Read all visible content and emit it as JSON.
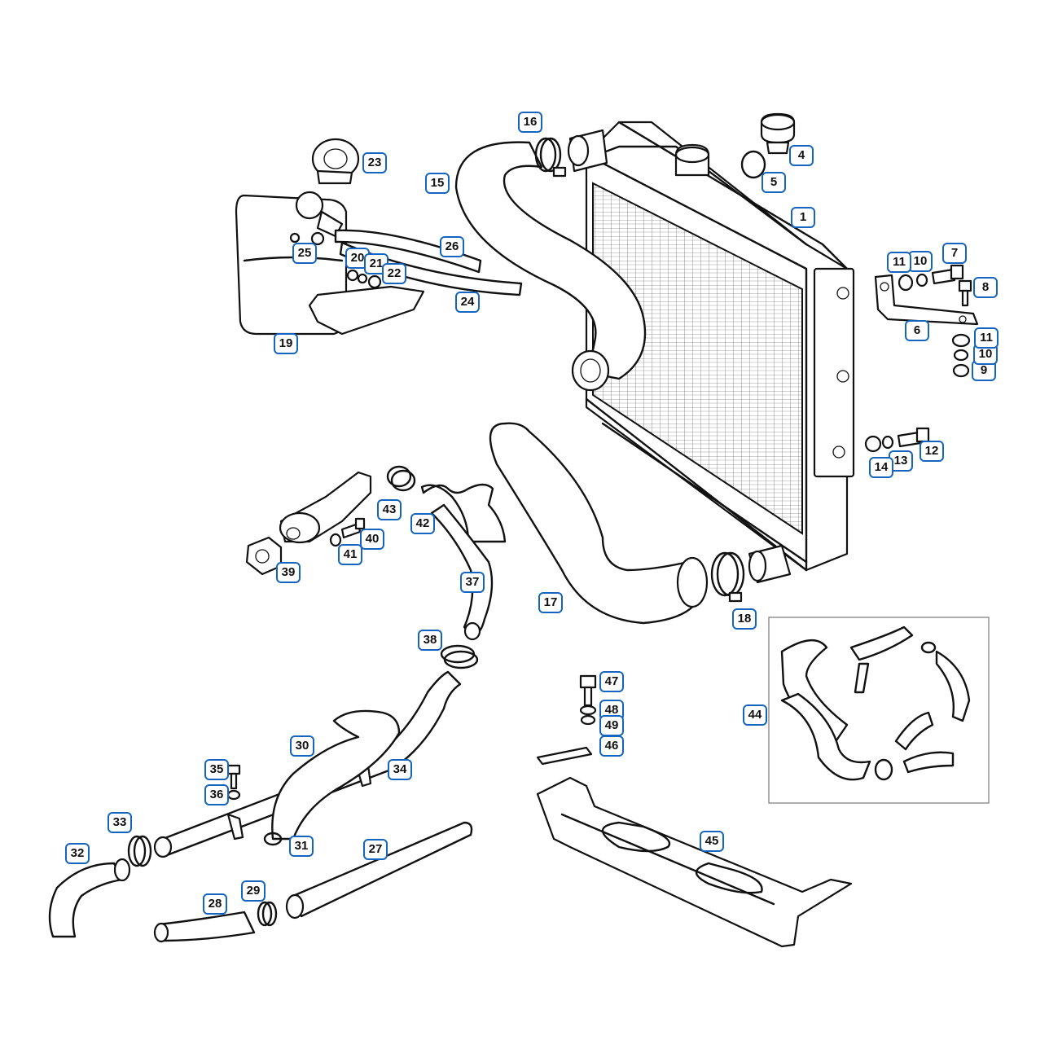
{
  "diagram": {
    "callouts": [
      {
        "id": "c1",
        "label": "1",
        "part": "radiator"
      },
      {
        "id": "c4",
        "label": "4",
        "part": "radiator-cap"
      },
      {
        "id": "c5",
        "label": "5",
        "part": "cap-seal-ring"
      },
      {
        "id": "c6",
        "label": "6",
        "part": "mounting-bracket"
      },
      {
        "id": "c7",
        "label": "7",
        "part": "bracket-bolt"
      },
      {
        "id": "c8",
        "label": "8",
        "part": "bracket-bolt"
      },
      {
        "id": "c9",
        "label": "9",
        "part": "nut"
      },
      {
        "id": "c10a",
        "label": "10",
        "part": "washer"
      },
      {
        "id": "c10b",
        "label": "10",
        "part": "washer"
      },
      {
        "id": "c11a",
        "label": "11",
        "part": "washer"
      },
      {
        "id": "c11b",
        "label": "11",
        "part": "washer"
      },
      {
        "id": "c12",
        "label": "12",
        "part": "side-bolt"
      },
      {
        "id": "c13",
        "label": "13",
        "part": "washer"
      },
      {
        "id": "c14",
        "label": "14",
        "part": "washer"
      },
      {
        "id": "c15",
        "label": "15",
        "part": "upper-hose"
      },
      {
        "id": "c16",
        "label": "16",
        "part": "hose-clamp"
      },
      {
        "id": "c17",
        "label": "17",
        "part": "lower-hose"
      },
      {
        "id": "c18",
        "label": "18",
        "part": "hose-clamp"
      },
      {
        "id": "c19",
        "label": "19",
        "part": "expansion-tank"
      },
      {
        "id": "c20",
        "label": "20",
        "part": "nut"
      },
      {
        "id": "c21",
        "label": "21",
        "part": "washer"
      },
      {
        "id": "c22",
        "label": "22",
        "part": "washer"
      },
      {
        "id": "c23",
        "label": "23",
        "part": "tank-cap"
      },
      {
        "id": "c24",
        "label": "24",
        "part": "overflow-pipe"
      },
      {
        "id": "c25",
        "label": "25",
        "part": "pipe-clip"
      },
      {
        "id": "c26",
        "label": "26",
        "part": "vent-pipe"
      },
      {
        "id": "c27",
        "label": "27",
        "part": "heater-pipe"
      },
      {
        "id": "c28",
        "label": "28",
        "part": "heater-hose"
      },
      {
        "id": "c29",
        "label": "29",
        "part": "hose-clip"
      },
      {
        "id": "c30",
        "label": "30",
        "part": "bypass-hose"
      },
      {
        "id": "c31",
        "label": "31",
        "part": "hose-clip"
      },
      {
        "id": "c32",
        "label": "32",
        "part": "hose"
      },
      {
        "id": "c33",
        "label": "33",
        "part": "hose-clamp"
      },
      {
        "id": "c34",
        "label": "34",
        "part": "water-pipe"
      },
      {
        "id": "c35",
        "label": "35",
        "part": "bolt"
      },
      {
        "id": "c36",
        "label": "36",
        "part": "washer"
      },
      {
        "id": "c37",
        "label": "37",
        "part": "hose"
      },
      {
        "id": "c38",
        "label": "38",
        "part": "hose-clamp"
      },
      {
        "id": "c39",
        "label": "39",
        "part": "gasket"
      },
      {
        "id": "c40",
        "label": "40",
        "part": "bolt"
      },
      {
        "id": "c41",
        "label": "41",
        "part": "washer"
      },
      {
        "id": "c42",
        "label": "42",
        "part": "hose"
      },
      {
        "id": "c43",
        "label": "43",
        "part": "hose-clamp"
      },
      {
        "id": "c44",
        "label": "44",
        "part": "hose-kit"
      },
      {
        "id": "c45",
        "label": "45",
        "part": "radiator-cradle"
      },
      {
        "id": "c46",
        "label": "46",
        "part": "strap"
      },
      {
        "id": "c47",
        "label": "47",
        "part": "bolt"
      },
      {
        "id": "c48",
        "label": "48",
        "part": "washer"
      },
      {
        "id": "c49",
        "label": "49",
        "part": "washer"
      }
    ]
  },
  "colors": {
    "callout_border": "#1565c0",
    "line": "#111111",
    "background": "#ffffff"
  }
}
